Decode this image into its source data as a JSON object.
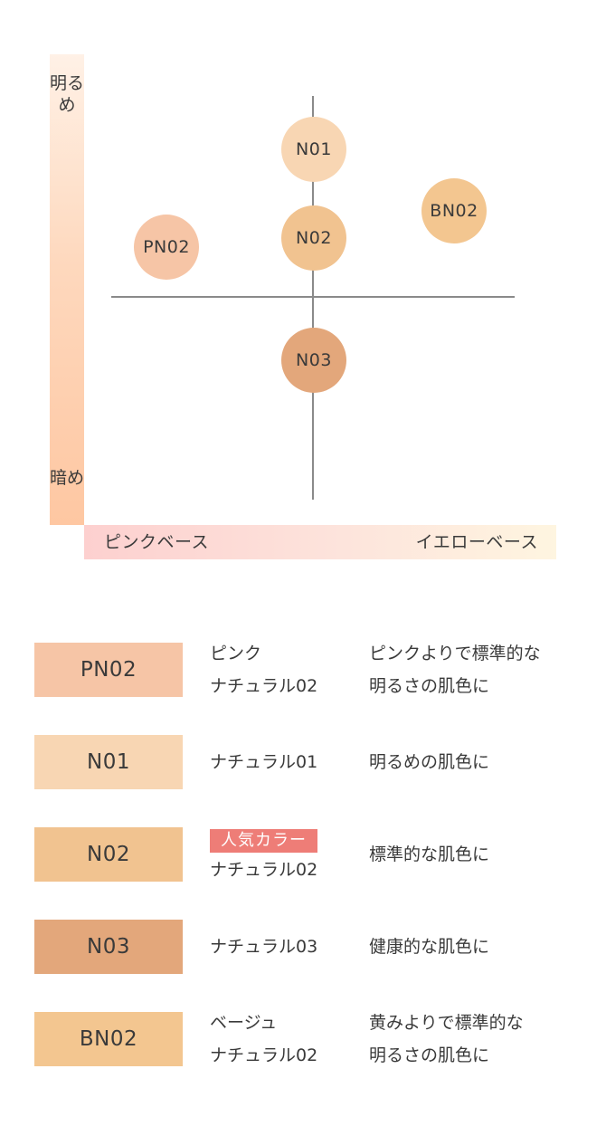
{
  "chart": {
    "top_label": "明るめ",
    "bottom_label": "暗め",
    "left_label": "ピンクベース",
    "right_label": "イエローベース",
    "dots": [
      {
        "label": "N01",
        "color": "#f8d6b3"
      },
      {
        "label": "BN02",
        "color": "#f3c690"
      },
      {
        "label": "PN02",
        "color": "#f6c5a6"
      },
      {
        "label": "N02",
        "color": "#f1c390"
      },
      {
        "label": "N03",
        "color": "#e3a77b"
      }
    ]
  },
  "shades": [
    {
      "code": "PN02",
      "color": "#f6c5a6",
      "name_lines": [
        "ピンク",
        "ナチュラル02"
      ],
      "desc_lines": [
        "ピンクよりで標準的な",
        "明るさの肌色に"
      ]
    },
    {
      "code": "N01",
      "color": "#f8d6b3",
      "name_lines": [
        "ナチュラル01"
      ],
      "desc_lines": [
        "明るめの肌色に"
      ]
    },
    {
      "code": "N02",
      "color": "#f1c390",
      "badge": "人気カラー",
      "name_lines": [
        "ナチュラル02"
      ],
      "desc_lines": [
        "標準的な肌色に"
      ]
    },
    {
      "code": "N03",
      "color": "#e3a77b",
      "name_lines": [
        "ナチュラル03"
      ],
      "desc_lines": [
        "健康的な肌色に"
      ]
    },
    {
      "code": "BN02",
      "color": "#f3c690",
      "name_lines": [
        "ベージュ",
        "ナチュラル02"
      ],
      "desc_lines": [
        "黄みよりで標準的な",
        "明るさの肌色に"
      ]
    }
  ]
}
